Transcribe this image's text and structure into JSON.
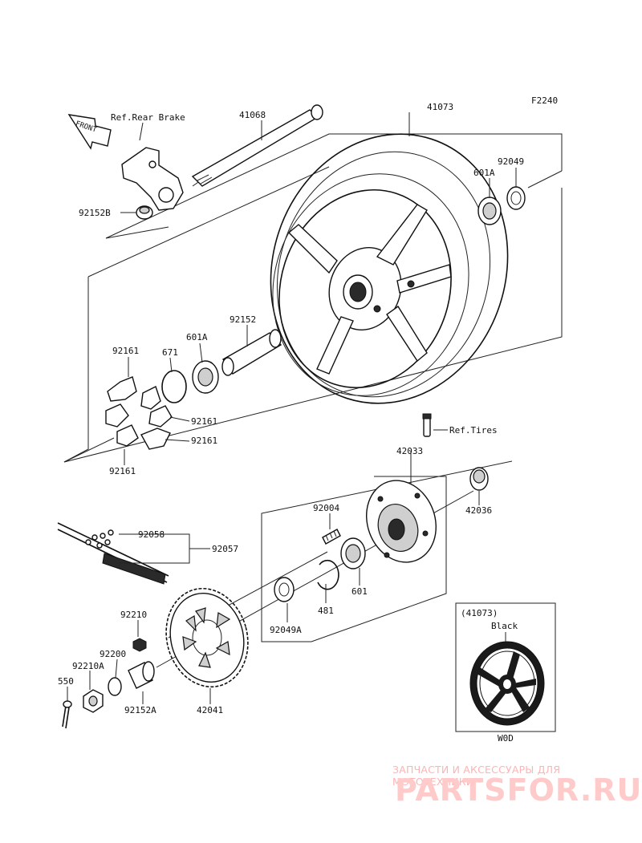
{
  "diagram": {
    "code": "F2240",
    "front_label": "FRONT",
    "labels": {
      "ref_rear_brake": "Ref.Rear Brake",
      "p41068": "41068",
      "p41073": "41073",
      "p92049": "92049",
      "p601a_top": "601A",
      "p92152b": "92152B",
      "p92152": "92152",
      "p601a_mid": "601A",
      "p671": "671",
      "p92161_a": "92161",
      "p92161_b": "92161",
      "p92161_c": "92161",
      "p92161_d": "92161",
      "ref_tires": "Ref.Tires",
      "p42033": "42033",
      "p42036": "42036",
      "p92004": "92004",
      "p92058": "92058",
      "p92057": "92057",
      "p601": "601",
      "p481": "481",
      "p92049a": "92049A",
      "p92210": "92210",
      "p92200": "92200",
      "p92210a": "92210A",
      "p550": "550",
      "p92152a": "92152A",
      "p42041": "42041"
    },
    "inset": {
      "ref": "(41073)",
      "color_label": "Black",
      "code": "W0D"
    }
  },
  "watermark": {
    "tagline": "ЗАПЧАСТИ И АКСЕССУАРЫ ДЛЯ МОТОТЕХНИКИ",
    "brand": "PARTSFOR.RU"
  },
  "colors": {
    "line": "#222222",
    "watermark": "#ffb3b3"
  }
}
